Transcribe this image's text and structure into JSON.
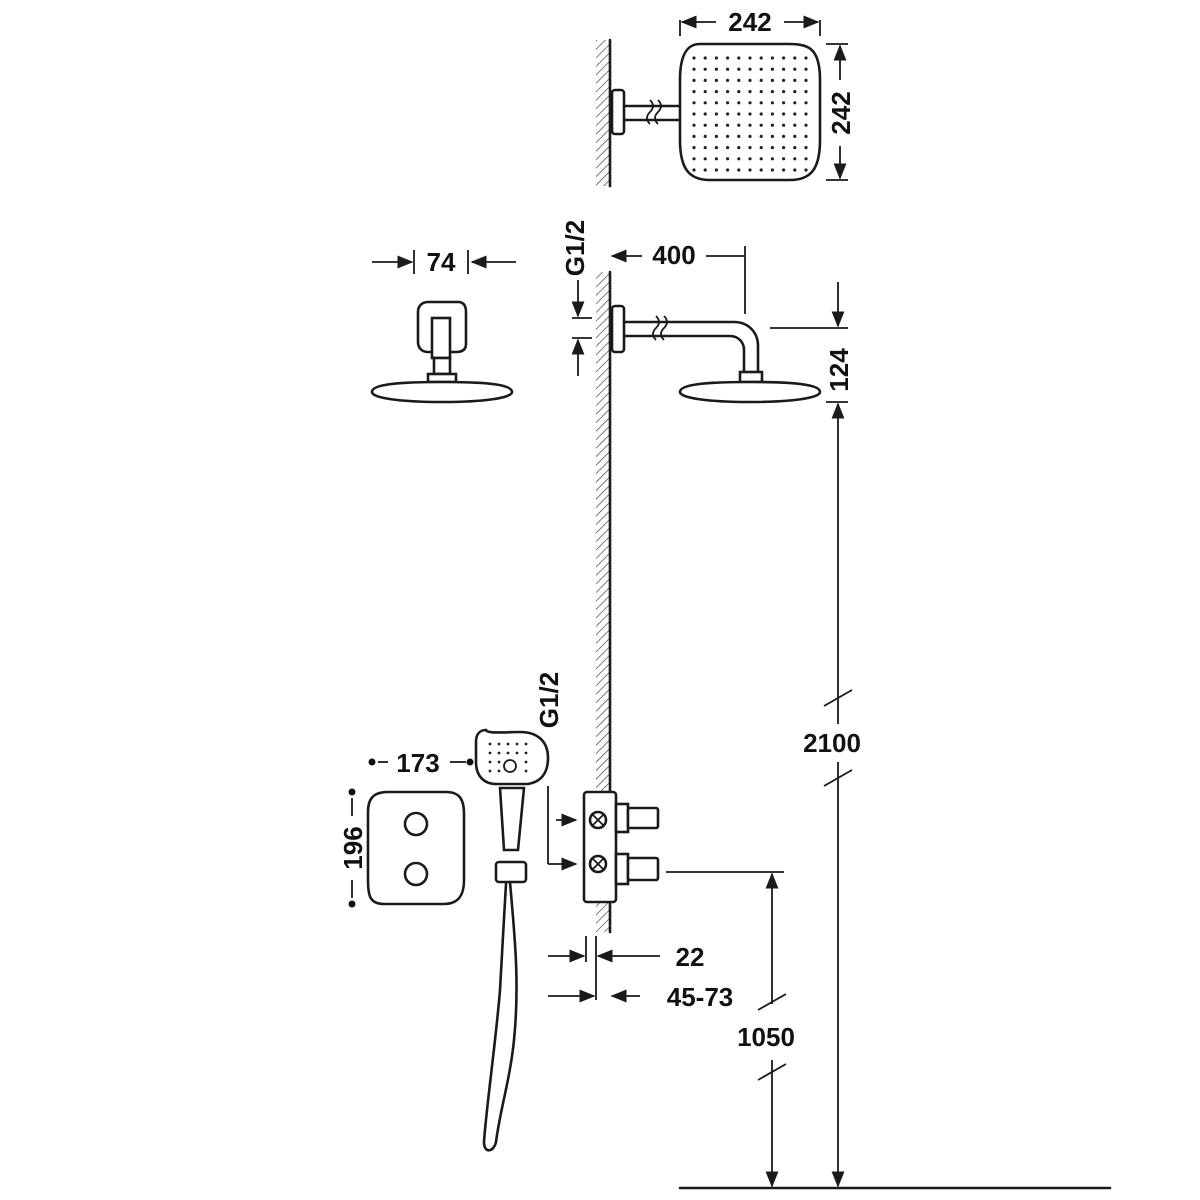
{
  "dimensions": {
    "ceiling_head_width": "242",
    "ceiling_head_depth": "242",
    "arm_projection": "400",
    "head_drop": "124",
    "wall_outlet_width": "74",
    "thread_upper": "G1/2",
    "thread_lower": "G1/2",
    "plate_width": "173",
    "plate_height": "196",
    "overall_height": "2100",
    "valve_height": "1050",
    "valve_depth": "22",
    "valve_range": "45-73"
  }
}
